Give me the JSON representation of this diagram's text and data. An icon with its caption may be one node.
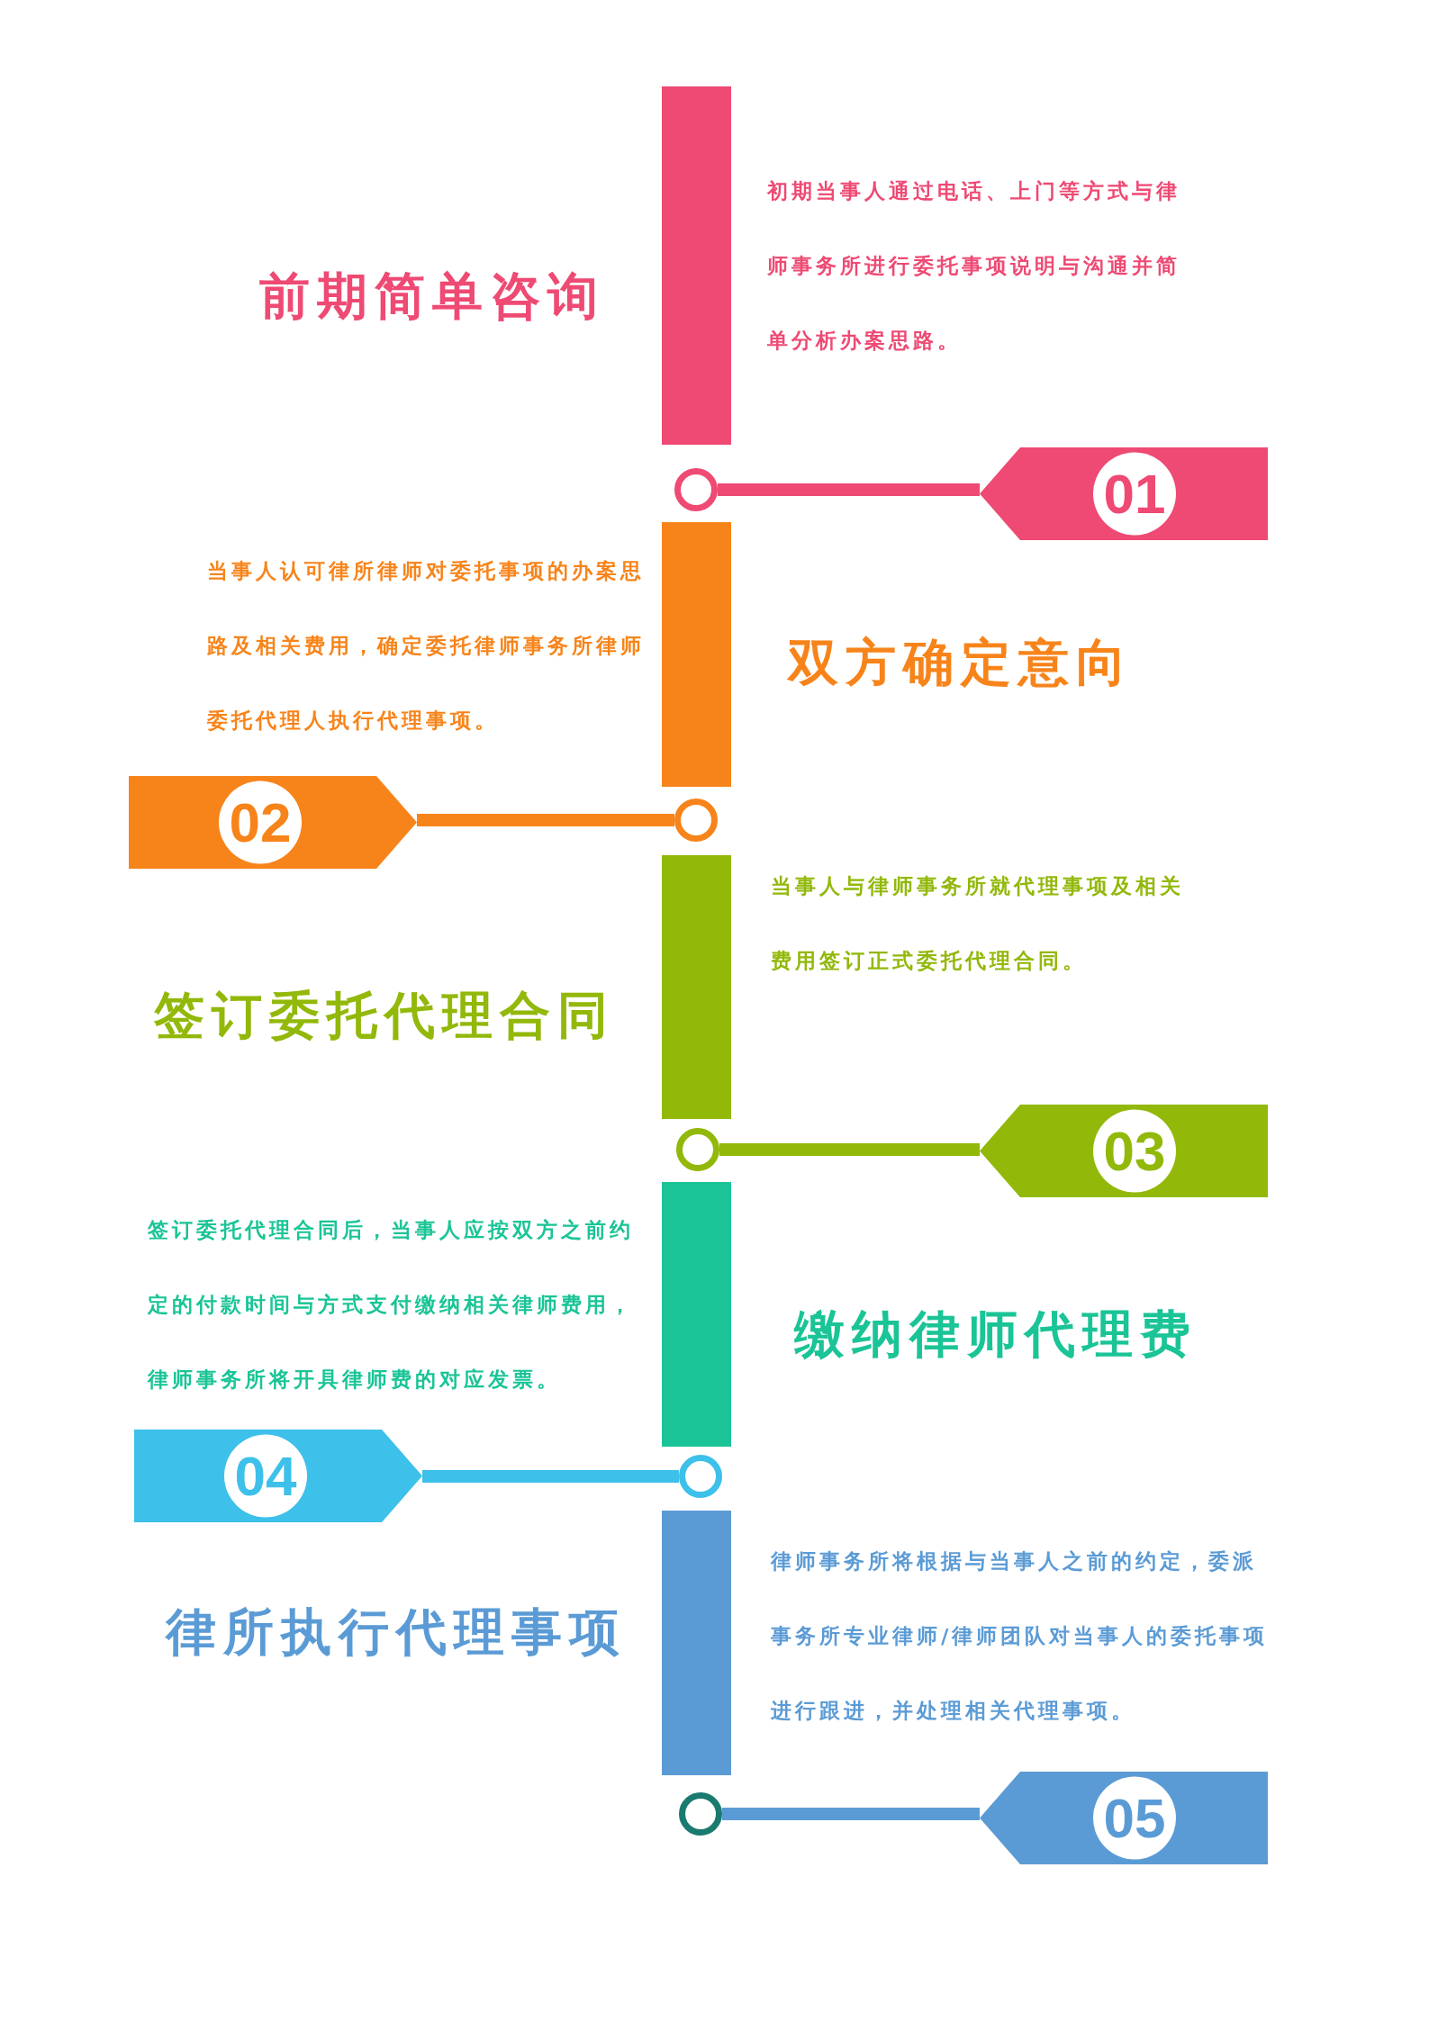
{
  "diagram": {
    "nodes": [
      {
        "text": [],
        "shape": "circle"
      },
      {
        "text": [
          "01"
        ]
      },
      {
        "text": [],
        "shape": "circle"
      },
      {
        "text": [
          "02"
        ]
      },
      {
        "text": [],
        "shape": "circle"
      },
      {
        "text": [
          "03"
        ]
      },
      {
        "text": [],
        "shape": "circle"
      },
      {
        "text": [
          "04"
        ]
      },
      {
        "text": [],
        "shape": "circle"
      },
      {
        "text": [
          "05"
        ]
      }
    ],
    "edges": [
      {
        "from": 0,
        "to": 1,
        "arrow": "none",
        "color": "#ee4a73"
      },
      {
        "from": 2,
        "to": 3,
        "arrow": "none",
        "color": "#f7841a"
      },
      {
        "from": 4,
        "to": 5,
        "arrow": "none",
        "color": "#92b80a"
      },
      {
        "from": 6,
        "to": 7,
        "arrow": "none",
        "color": "#3dc0ea"
      },
      {
        "from": 8,
        "to": 9,
        "arrow": "none",
        "color": "#5b9bd5"
      }
    ],
    "labels": [
      "前期简单咨询",
      "初期当事人通过电话、上门等方式与律师事务所进行委托事项说明与沟通并简单分析办案思路。",
      "双方确定意向",
      "当事人认可律所律师对委托事项的办案思路及相关费用，确定委托律师事务所律师委托代理人执行代理事项。",
      "签订委托代理合同",
      "当事人与律师事务所就代理事项及相关费用签订正式委托代理合同。",
      "缴纳律师代理费",
      "签订委托代理合同后，当事人应按双方之前约定的付款时间与方式支付缴纳相关律师费用，律师事务所将开具律师费的对应发票。",
      "律所执行代理事项",
      "律师事务所将根据与当事人之前的约定，委派事务所专业律师/律师团队对当事人的委托事项进行跟进，并处理相关代理事项。"
    ]
  }
}
